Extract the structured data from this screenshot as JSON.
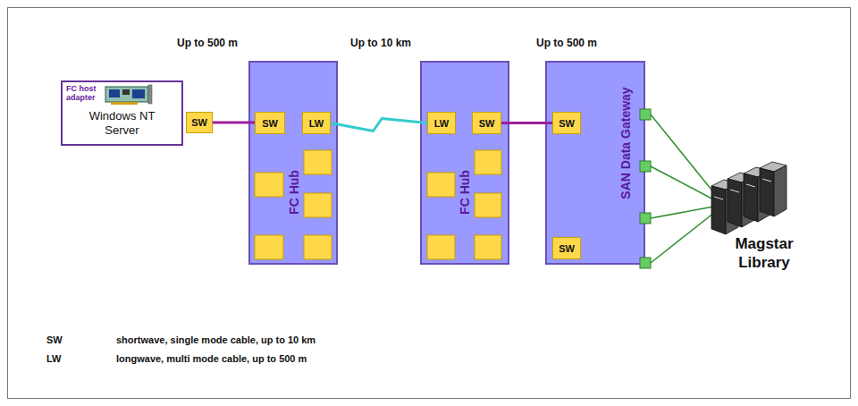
{
  "diagram": {
    "nodes": [
      {
        "text": [
          "FC host adapter",
          "Windows NT Server"
        ]
      },
      {
        "text": [
          "SW"
        ]
      },
      {
        "text": [
          "FC Hub"
        ]
      },
      {
        "text": [
          "SW"
        ],
        "in": 2
      },
      {
        "text": [
          "LW"
        ],
        "in": 2
      },
      {
        "text": [
          "FC Hub"
        ]
      },
      {
        "text": [
          "LW"
        ],
        "in": 5
      },
      {
        "text": [
          "SW"
        ],
        "in": 5
      },
      {
        "text": [
          "SAN Data Gateway"
        ]
      },
      {
        "text": [
          "SW"
        ],
        "in": 8
      },
      {
        "text": [
          "SW"
        ],
        "in": 8
      }
    ],
    "edges": [
      {
        "from": 1,
        "to": 3,
        "arrow": "none"
      },
      {
        "from": 4,
        "to": 6,
        "arrow": "none"
      },
      {
        "from": 7,
        "to": 9,
        "arrow": "none"
      }
    ],
    "labels": [
      "Up to 500 m",
      "Up to 10 km",
      "Up to 500 m",
      "Magstar Library",
      "SW",
      "shortwave, single mode cable, up to 10 km",
      "LW",
      "longwave, multi mode cable, up to 500 m"
    ]
  }
}
